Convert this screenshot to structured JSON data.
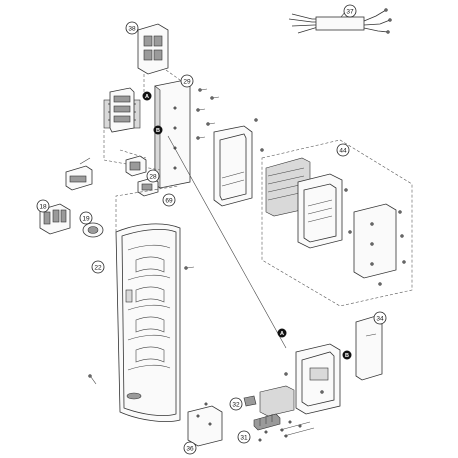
{
  "diagram": {
    "callouts": [
      {
        "id": "c38",
        "label": "38"
      },
      {
        "id": "c37",
        "label": "37"
      },
      {
        "id": "c29",
        "label": "29"
      },
      {
        "id": "c44",
        "label": "44"
      },
      {
        "id": "c28",
        "label": "28"
      },
      {
        "id": "c69",
        "label": "69"
      },
      {
        "id": "c18",
        "label": "18"
      },
      {
        "id": "c19",
        "label": "19"
      },
      {
        "id": "c22",
        "label": "22"
      },
      {
        "id": "c34",
        "label": "34"
      },
      {
        "id": "c32",
        "label": "32"
      },
      {
        "id": "c31",
        "label": "31"
      },
      {
        "id": "c36",
        "label": "36"
      }
    ],
    "badges": [
      {
        "id": "bA1",
        "label": "A"
      },
      {
        "id": "bB1",
        "label": "B"
      },
      {
        "id": "bA2",
        "label": "A"
      },
      {
        "id": "bB2",
        "label": "B"
      }
    ]
  }
}
